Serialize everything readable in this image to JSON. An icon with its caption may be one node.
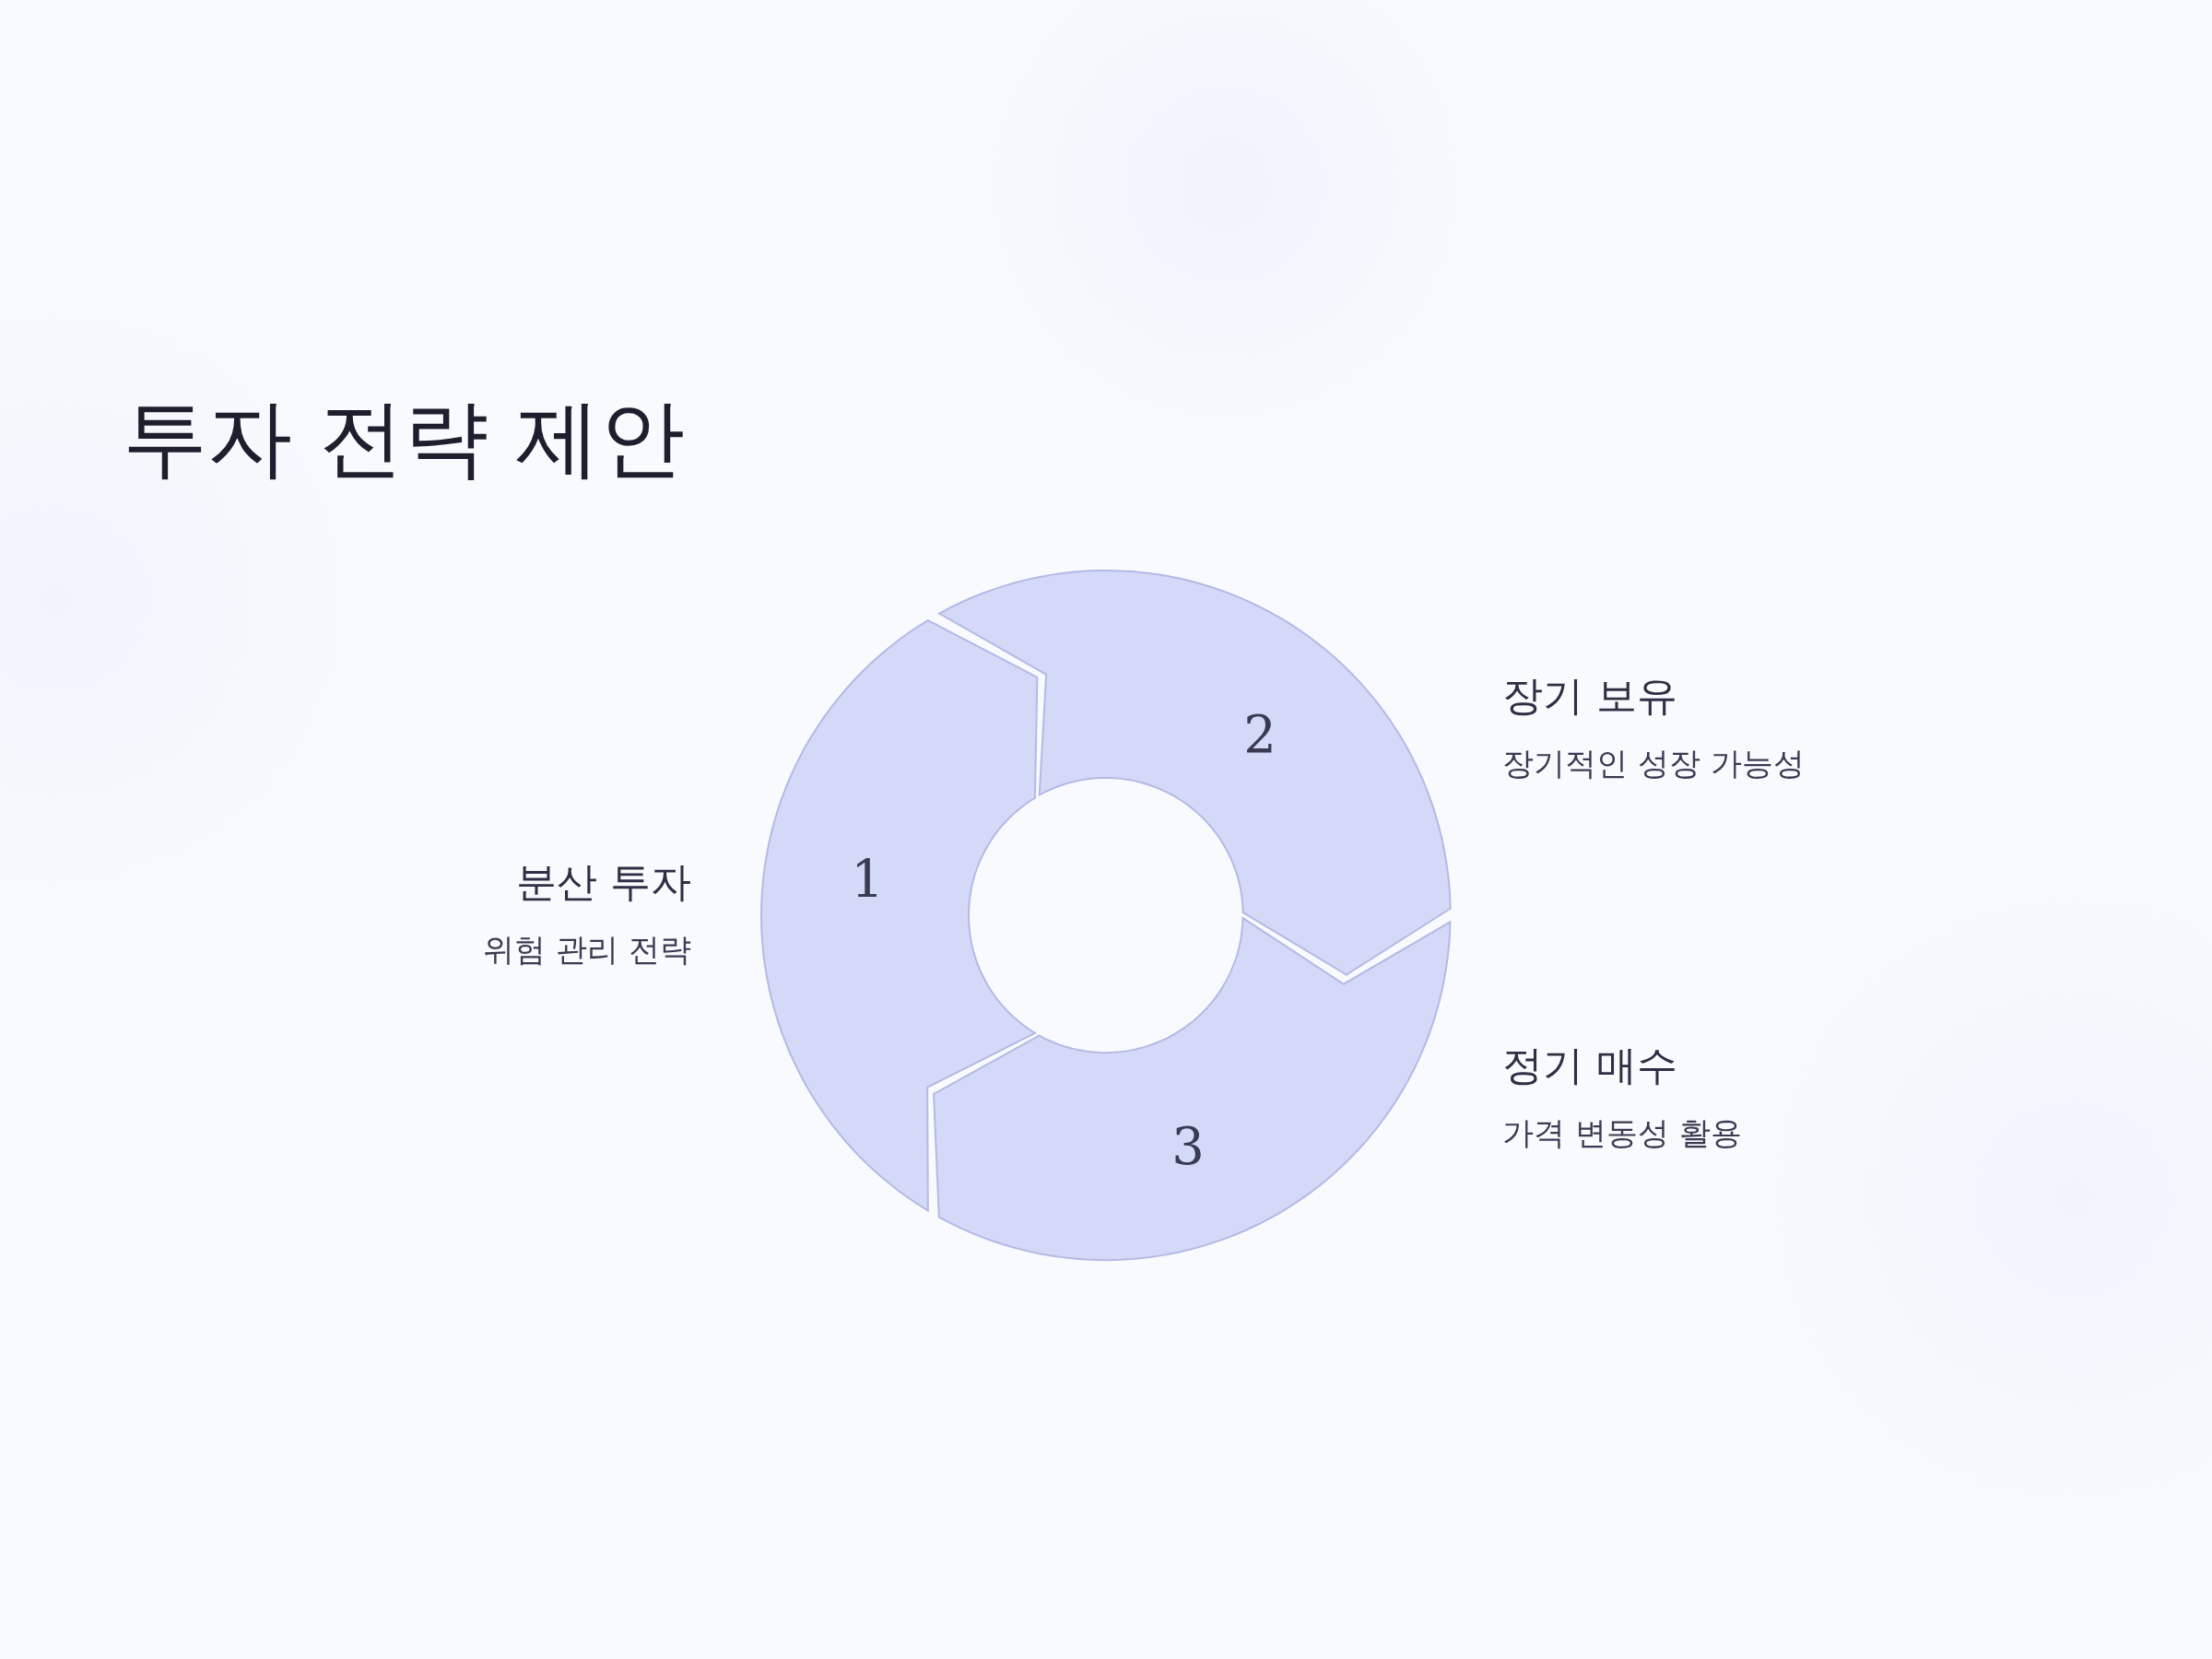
{
  "diagram": {
    "title": "투자 전략 제안",
    "nodes": [
      {
        "text": [
          "1"
        ],
        "beside": [
          "분산 투자",
          "위험 관리 전략"
        ]
      },
      {
        "text": [
          "2"
        ],
        "beside": [
          "장기 보유",
          "장기적인 성장 가능성"
        ]
      },
      {
        "text": [
          "3"
        ],
        "beside": [
          "정기 매수",
          "가격 변동성 활용"
        ]
      }
    ]
  }
}
